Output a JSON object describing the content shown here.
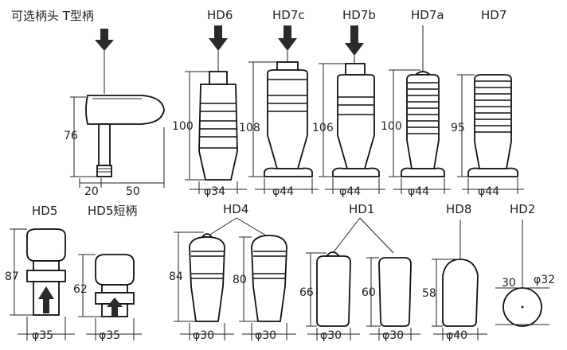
{
  "titles": {
    "handle_t": "可选柄头  T型柄",
    "hd6": "HD6",
    "hd7c": "HD7c",
    "hd7b": "HD7b",
    "hd7a": "HD7a",
    "hd7": "HD7",
    "hd5": "HD5",
    "hd5s": "HD5短柄",
    "hd4": "HD4",
    "hd1": "HD1",
    "hd8": "HD8",
    "hd2": "HD2"
  },
  "dims": {
    "t_h": "76",
    "t_w1": "20",
    "t_w2": "50",
    "hd6_h": "100",
    "hd6_d": "φ34",
    "hd7c_h": "108",
    "hd7c_d": "φ44",
    "hd7b_h": "106",
    "hd7b_d": "φ44",
    "hd7a_h": "100",
    "hd7a_d": "φ44",
    "hd7_h": "95",
    "hd7_d": "φ44",
    "hd5_h": "87",
    "hd5_d": "φ35",
    "hd5s_h": "62",
    "hd5s_d": "φ35",
    "hd4a_h": "84",
    "hd4a_d": "φ30",
    "hd4b_h": "80",
    "hd4b_d": "φ30",
    "hd1a_h": "66",
    "hd1a_d": "φ30",
    "hd1b_h": "60",
    "hd1b_d": "φ30",
    "hd8_h": "58",
    "hd8_d": "φ40",
    "hd2_h": "30",
    "hd2_d": "φ32"
  },
  "colors": {
    "ink": "#111111",
    "arrow": "#2a2a2a"
  }
}
